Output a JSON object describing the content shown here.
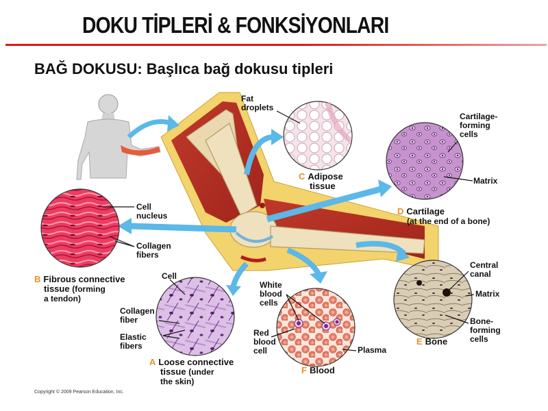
{
  "slide": {
    "title": "DOKU TİPLERİ & FONKSİYONLARI",
    "subtitle": "BAĞ DOKUSU: Başlıca bağ dokusu tipleri",
    "copyright": "Copyright © 2009 Pearson Education, Inc."
  },
  "colors": {
    "title_rule": "#e01818",
    "letter_accent": "#e8912a",
    "arrow": "#5bb8e8"
  },
  "panels": {
    "adipose": {
      "letter": "C",
      "caption_1": "Adipose",
      "caption_2": "tissue",
      "labels": {
        "fat_droplets_1": "Fat",
        "fat_droplets_2": "droplets"
      }
    },
    "cartilage": {
      "letter": "D",
      "caption_1": "Cartilage",
      "caption_2": "(at the end of a bone)",
      "labels": {
        "forming_1": "Cartilage-",
        "forming_2": "forming",
        "forming_3": "cells",
        "matrix": "Matrix"
      }
    },
    "fibrous": {
      "letter": "B",
      "caption_1": "Fibrous connective",
      "caption_2": "tissue",
      "caption_2b": "(forming",
      "caption_3": "a tendon)",
      "labels": {
        "cell_1": "Cell",
        "cell_2": "nucleus",
        "collagen_1": "Collagen",
        "collagen_2": "fibers"
      }
    },
    "loose": {
      "letter": "A",
      "caption_1": "Loose connective",
      "caption_2": "tissue",
      "caption_2b": "(under",
      "caption_3": "the skin)",
      "labels": {
        "cell": "Cell",
        "collagen_1": "Collagen",
        "collagen_2": "fiber",
        "elastic_1": "Elastic",
        "elastic_2": "fibers"
      }
    },
    "blood": {
      "letter": "F",
      "caption_1": "Blood",
      "labels": {
        "white_1": "White",
        "white_2": "blood",
        "white_3": "cells",
        "red_1": "Red",
        "red_2": "blood",
        "red_3": "cell",
        "plasma": "Plasma"
      }
    },
    "bone": {
      "letter": "E",
      "caption_1": "Bone",
      "labels": {
        "central_1": "Central",
        "central_2": "canal",
        "matrix": "Matrix",
        "forming_1": "Bone-",
        "forming_2": "forming",
        "forming_3": "cells"
      }
    }
  }
}
